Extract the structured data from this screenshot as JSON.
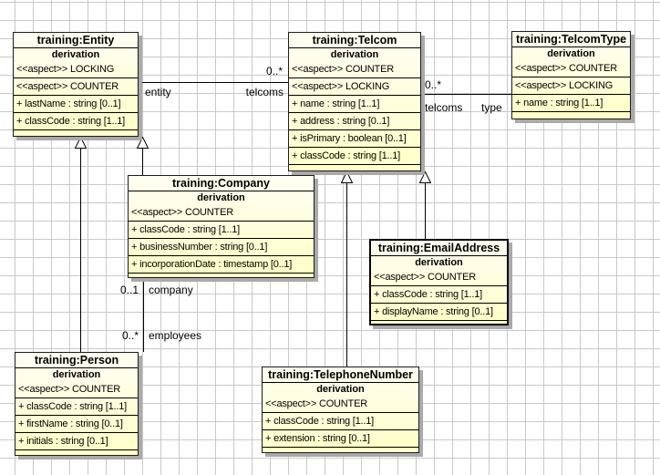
{
  "diagram": {
    "kind": "uml-class-diagram",
    "grid_color": "#c9c9c9",
    "background_color": "#ffffff",
    "node_fill_color": "#ffffcc",
    "node_border_color": "#000000",
    "node_shadow_color": "#aaaaaa",
    "selected_class": "training:EmailAddress"
  },
  "classes": [
    {
      "title": "training:Entity",
      "subtitle": "derivation",
      "rows": [
        "<<aspect>> LOCKING",
        "<<aspect>> COUNTER",
        "+ lastName : string [0..1]",
        "+ classCode : string [1..1]"
      ]
    },
    {
      "title": "training:Telcom",
      "subtitle": "derivation",
      "rows": [
        "<<aspect>> COUNTER",
        "<<aspect>> LOCKING",
        "+ name : string [1..1]",
        "+ address : string [0..1]",
        "+ isPrimary : boolean [0..1]",
        "+ classCode : string [1..1]"
      ]
    },
    {
      "title": "training:TelcomType",
      "subtitle": "derivation",
      "rows": [
        "<<aspect>> COUNTER",
        "<<aspect>> LOCKING",
        "+ name : string [1..1]"
      ]
    },
    {
      "title": "training:Company",
      "subtitle": "derivation",
      "rows": [
        "<<aspect>> COUNTER",
        "+ classCode : string [1..1]",
        "+ businessNumber : string [0..1]",
        "+ incorporationDate : timestamp [0..1]"
      ]
    },
    {
      "title": "training:EmailAddress",
      "subtitle": "derivation",
      "emphasized": true,
      "rows": [
        "<<aspect>> COUNTER",
        "+ classCode : string [1..1]",
        "+ displayName : string [0..1]"
      ]
    },
    {
      "title": "training:Person",
      "subtitle": "derivation",
      "rows": [
        "<<aspect>> COUNTER",
        "+ classCode : string [1..1]",
        "+ firstName : string [0..1]",
        "+ initials : string [0..1]"
      ]
    },
    {
      "title": "training:TelephoneNumber",
      "subtitle": "derivation",
      "rows": [
        "<<aspect>> COUNTER",
        "+ classCode : string [1..1]",
        "+ extension : string [0..1]"
      ]
    }
  ],
  "relationships": [
    {
      "type": "association",
      "from": "training:Entity",
      "to": "training:Telcom",
      "source_role": "entity",
      "target_role": "telcoms",
      "target_multiplicity": "0..*"
    },
    {
      "type": "association",
      "from": "training:Telcom",
      "to": "training:TelcomType",
      "source_role": "telcoms",
      "target_role": "type",
      "target_multiplicity": "0..*"
    },
    {
      "type": "association",
      "from": "training:Company",
      "to": "training:Person",
      "source_role": "company",
      "source_multiplicity": "0..1",
      "target_role": "employees",
      "target_multiplicity": "0..*"
    },
    {
      "type": "generalization",
      "from": "training:Person",
      "to": "training:Entity"
    },
    {
      "type": "generalization",
      "from": "training:Company",
      "to": "training:Entity"
    },
    {
      "type": "generalization",
      "from": "training:TelephoneNumber",
      "to": "training:Telcom"
    },
    {
      "type": "generalization",
      "from": "training:EmailAddress",
      "to": "training:Telcom"
    }
  ]
}
